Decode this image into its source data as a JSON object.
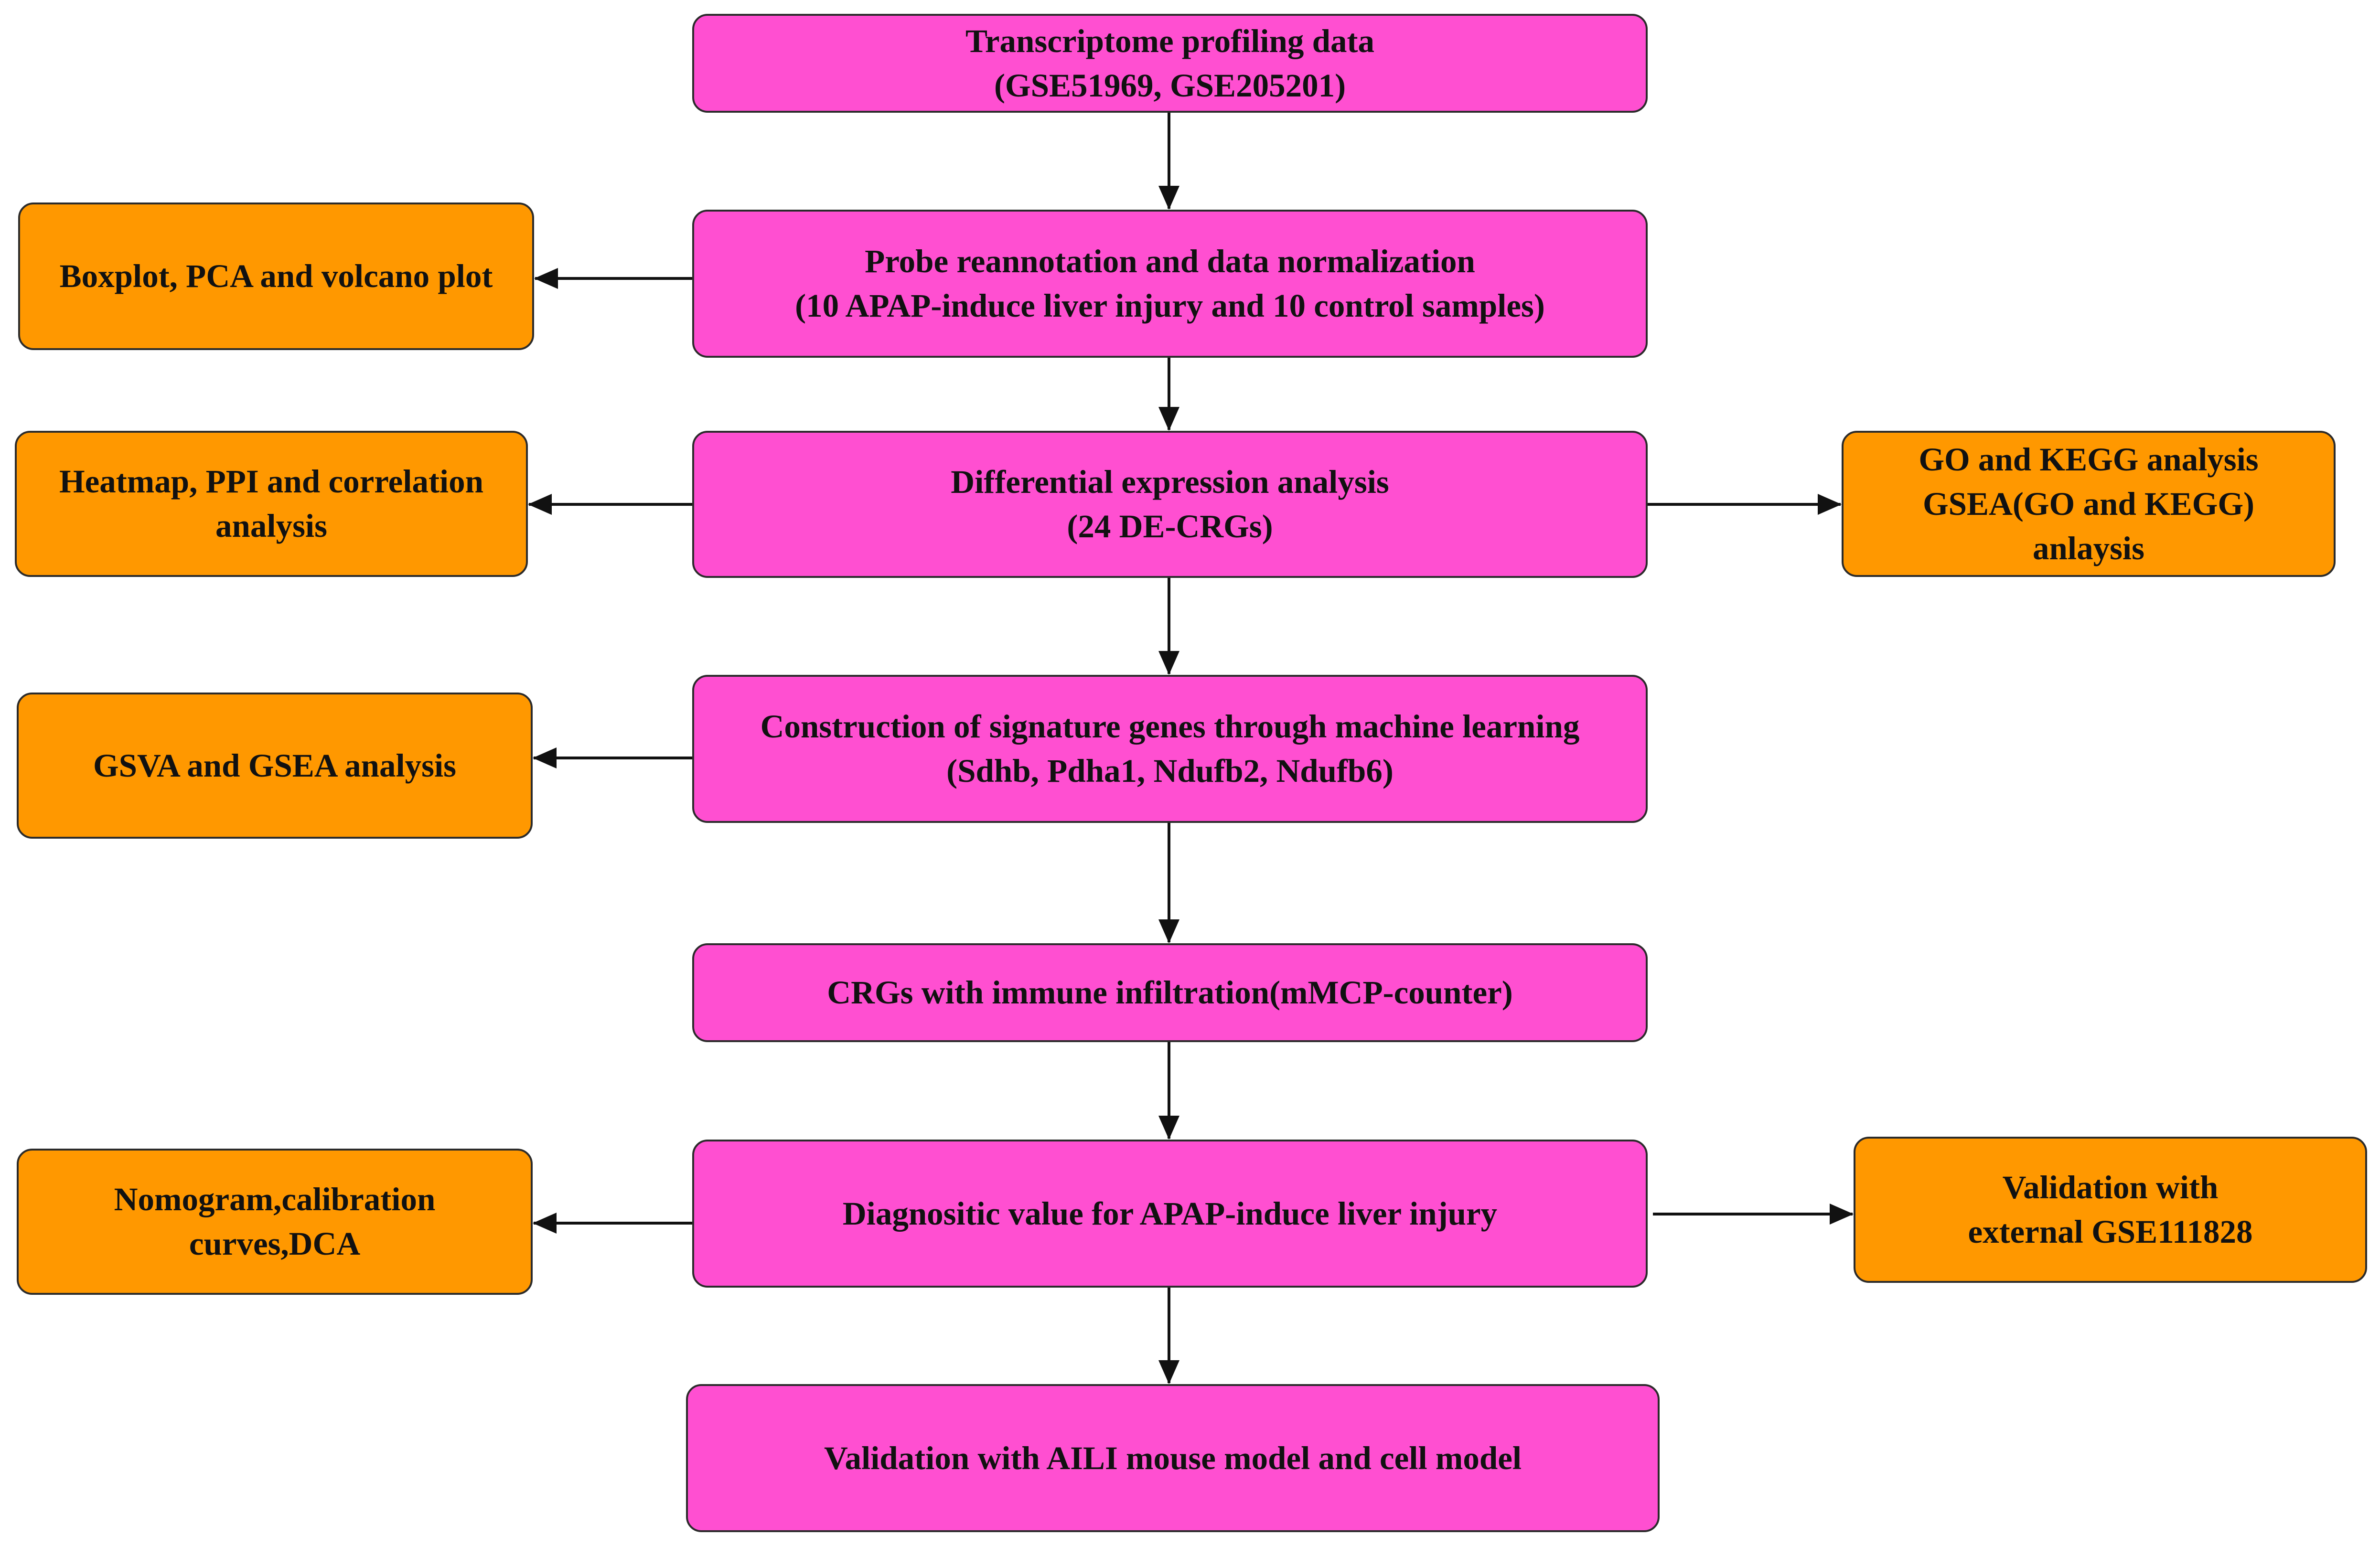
{
  "colors": {
    "main_fill": "#ff4fd1",
    "side_fill": "#ff9800",
    "stroke": "#2b2b2b",
    "arrow": "#111111"
  },
  "steps": {
    "transcriptome": {
      "line1": "Transcriptome profiling data",
      "line2": "(GSE51969, GSE205201)"
    },
    "probe": {
      "line1": "Probe reannotation and data normalization",
      "line2": "(10 APAP-induce liver injury and 10 control samples)"
    },
    "differential": {
      "line1": "Differential expression analysis",
      "line2": "(24 DE-CRGs)"
    },
    "signature": {
      "line1": "Construction of signature genes through machine learning",
      "line2": "(Sdhb, Pdha1, Ndufb2, Ndufb6)"
    },
    "immune": {
      "line1": "CRGs with immune infiltration(mMCP-counter)"
    },
    "diagnostic": {
      "line1": "Diagnositic value for APAP-induce liver injury"
    },
    "validation_model": {
      "line1": "Validation with AILI mouse model and cell model"
    }
  },
  "side_outputs": {
    "boxplot": {
      "line1": "Boxplot, PCA and volcano plot"
    },
    "heatmap": {
      "line1": "Heatmap, PPI and correlation",
      "line2": "analysis"
    },
    "go_kegg": {
      "line1": "GO and KEGG analysis",
      "line2": "GSEA(GO and KEGG)",
      "line3": "anlaysis"
    },
    "gsva": {
      "line1": "GSVA and GSEA analysis"
    },
    "nomogram": {
      "line1": "Nomogram,calibration",
      "line2": "curves,DCA"
    },
    "external": {
      "line1": "Validation with",
      "line2": "external GSE111828"
    }
  }
}
